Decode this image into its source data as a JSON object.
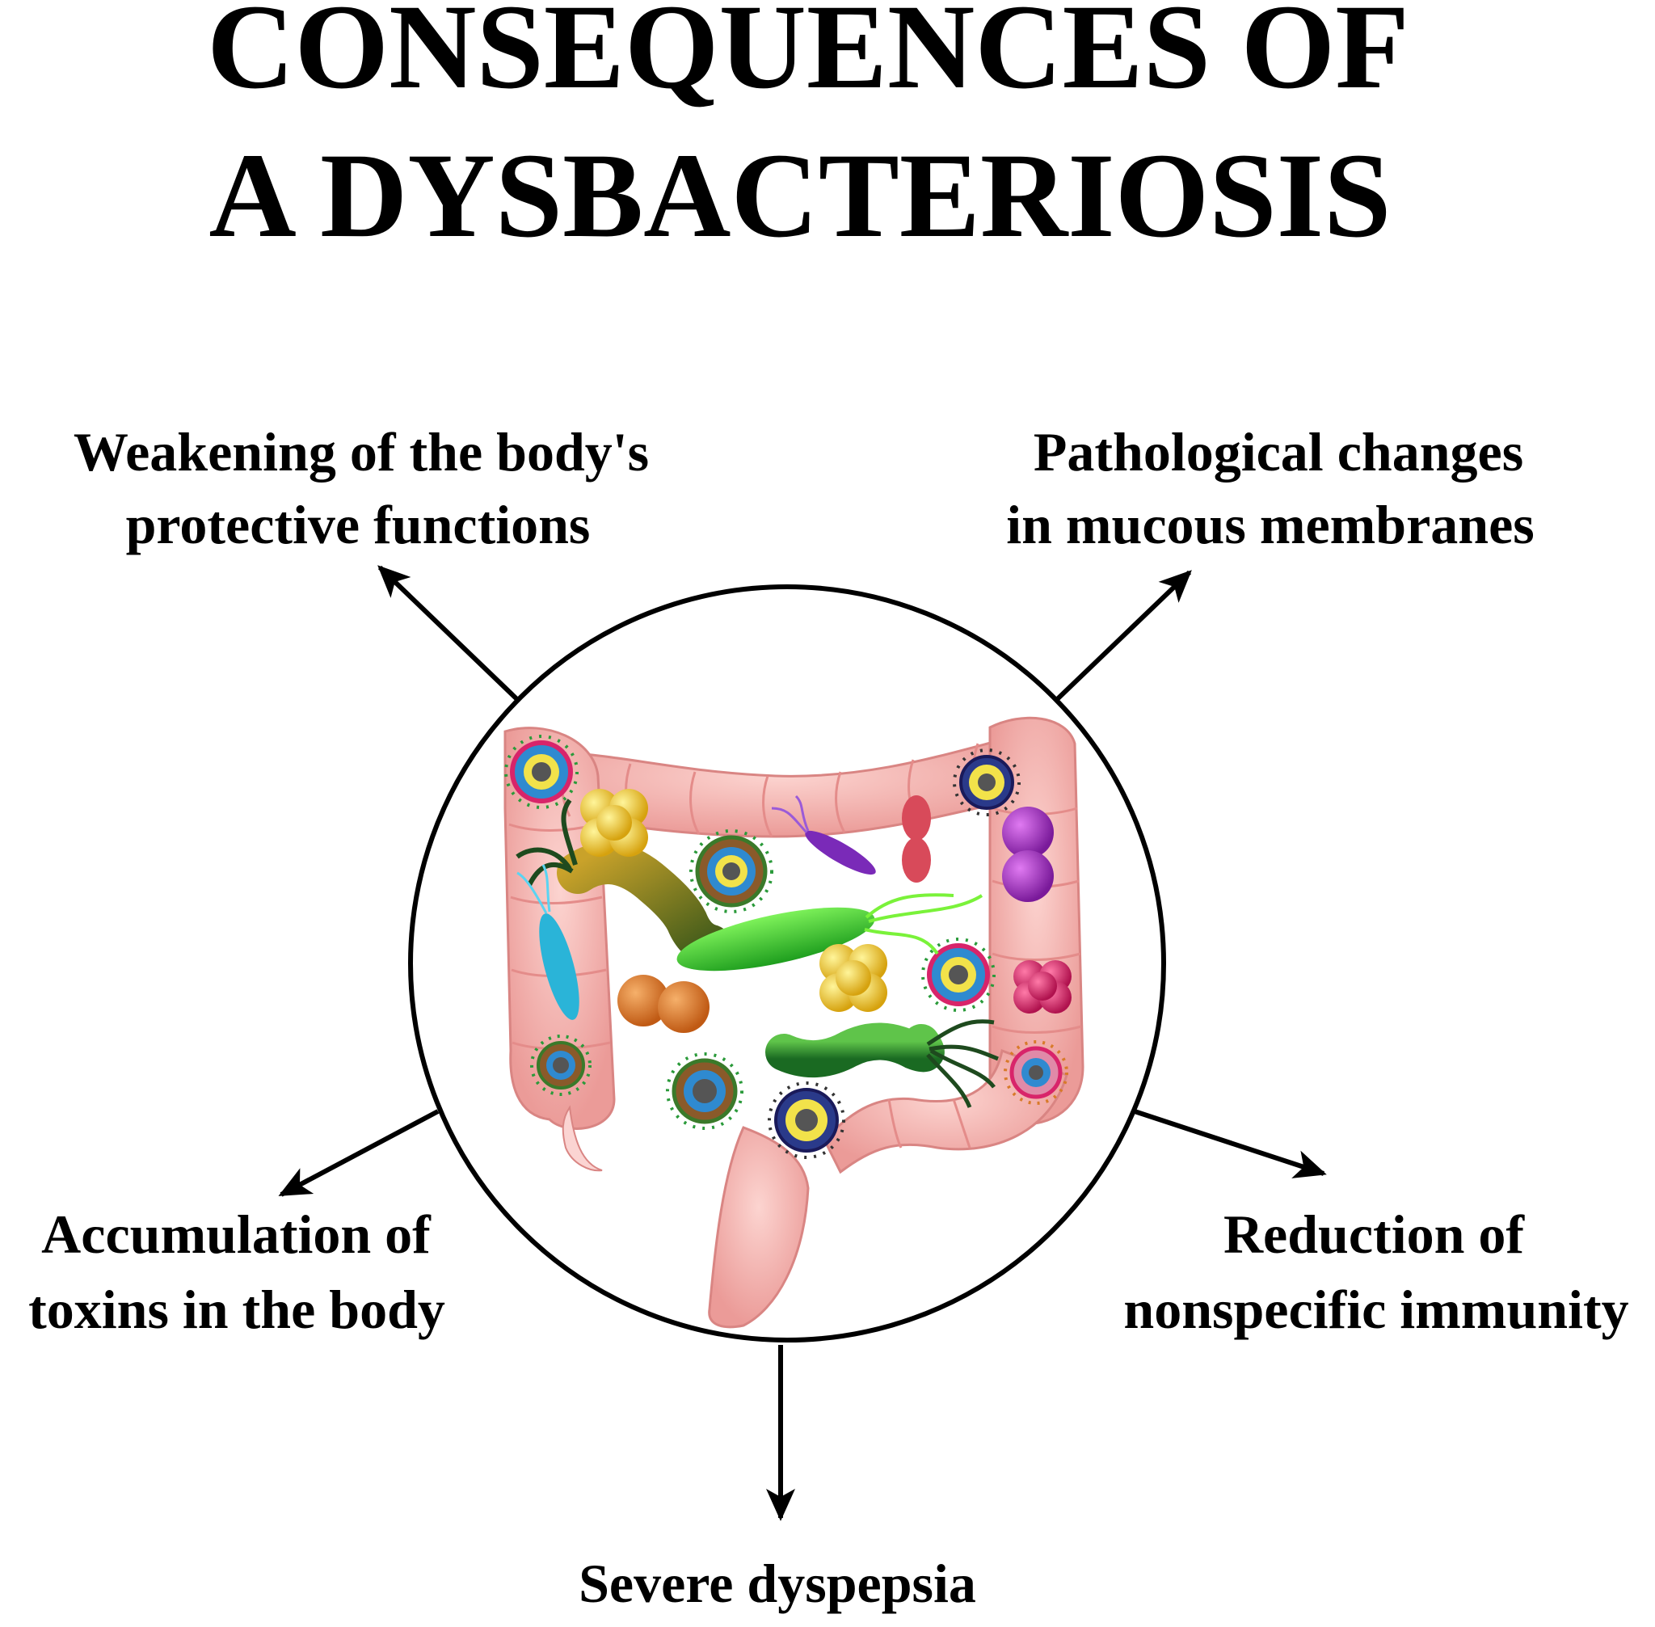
{
  "title": {
    "line1": "CONSEQUENCES OF",
    "line2": "A DYSBACTERIOSIS"
  },
  "consequences": {
    "top_left": {
      "line1": "Weakening of the body's",
      "line2": "protective functions"
    },
    "top_right": {
      "line1": "Pathological changes",
      "line2": "in mucous membranes"
    },
    "bottom_left": {
      "line1": "Accumulation of",
      "line2": "toxins in the body"
    },
    "bottom_right": {
      "line1": "Reduction of",
      "line2": "nonspecific immunity"
    },
    "bottom": {
      "line1": "Severe dyspepsia"
    }
  },
  "colors": {
    "background": "#ffffff",
    "text": "#000000",
    "intestine": "#f6b3b0",
    "intestine_shade": "#e8908f",
    "virus_ring": "#2a9a3a",
    "bacterium_green": "#33cc33",
    "bacterium_olive": "#8a7a1a",
    "bacterium_blue": "#2ab4d8",
    "bacterium_purple": "#7a2ab8",
    "coccus_yellow": "#f2c21a",
    "coccus_orange": "#e07a2a",
    "coccus_magenta": "#d81e6a",
    "coccus_violet": "#b02ac8"
  }
}
